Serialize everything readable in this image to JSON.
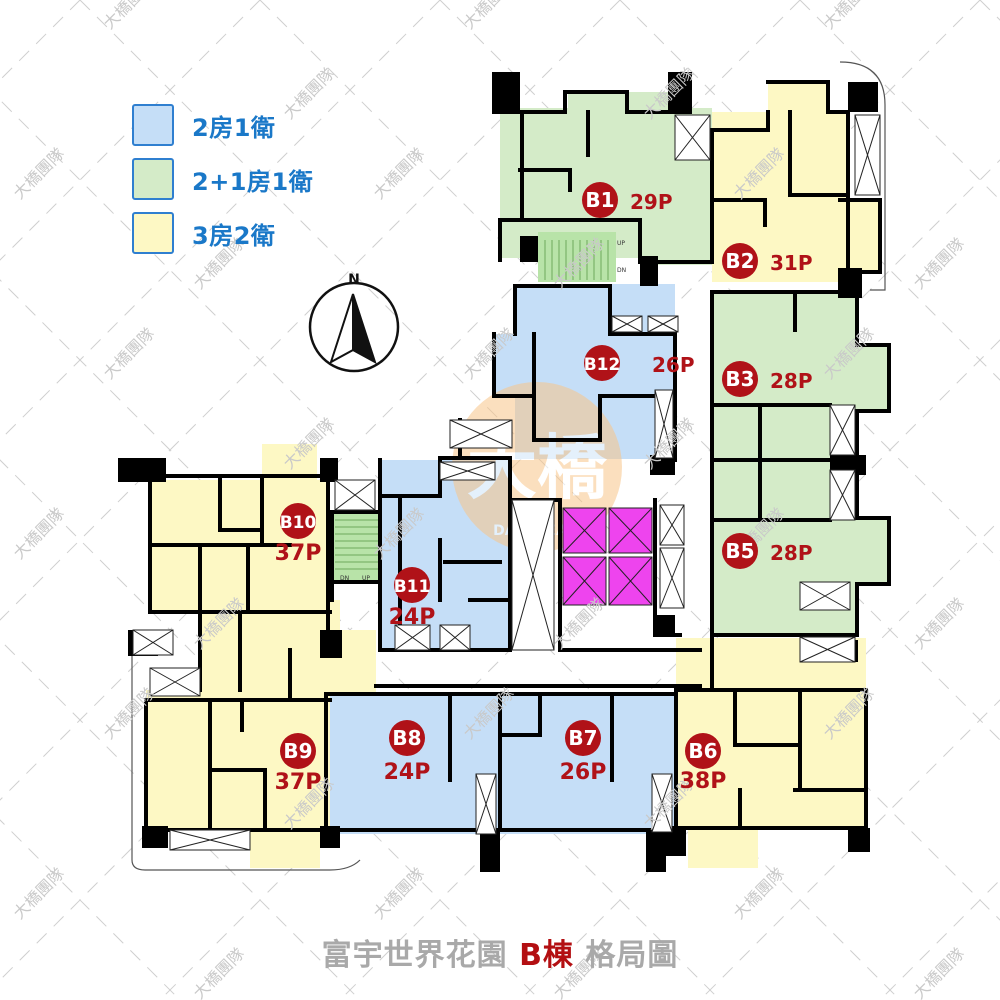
{
  "legend": [
    {
      "key": "2br1ba",
      "label": "2房1衛",
      "color": "#c5def7"
    },
    {
      "key": "2p1br1ba",
      "label": "2+1房1衛",
      "color": "#d4ebc8"
    },
    {
      "key": "3br2ba",
      "label": "3房2衛",
      "color": "#fdf8c4"
    }
  ],
  "compass": {
    "label": "N",
    "icon": "north-arrow-icon"
  },
  "units": [
    {
      "id": "B1",
      "size": "29P",
      "type": "2p1br1ba"
    },
    {
      "id": "B2",
      "size": "31P",
      "type": "3br2ba"
    },
    {
      "id": "B3",
      "size": "28P",
      "type": "2p1br1ba"
    },
    {
      "id": "B5",
      "size": "28P",
      "type": "2p1br1ba"
    },
    {
      "id": "B6",
      "size": "38P",
      "type": "3br2ba"
    },
    {
      "id": "B7",
      "size": "26P",
      "type": "2br1ba"
    },
    {
      "id": "B8",
      "size": "24P",
      "type": "2br1ba"
    },
    {
      "id": "B9",
      "size": "37P",
      "type": "3br2ba"
    },
    {
      "id": "B10",
      "size": "37P",
      "type": "3br2ba"
    },
    {
      "id": "B11",
      "size": "24P",
      "type": "2br1ba"
    },
    {
      "id": "B12",
      "size": "26P",
      "type": "2br1ba"
    }
  ],
  "colors": {
    "badge": "#b01218",
    "size_text": "#b01218",
    "elevator": "#ee44ee",
    "stair": "#b8e3a8",
    "wall": "#000000"
  },
  "stair_labels": {
    "up": "UP",
    "down": "DN"
  },
  "watermark": {
    "text": "大橋團隊",
    "logo_text": "大橋",
    "logo_sub": "DAJU TEAM"
  },
  "footer": {
    "prefix": "富宇世界花園 ",
    "accent": "B棟",
    "suffix": " 格局圖"
  }
}
